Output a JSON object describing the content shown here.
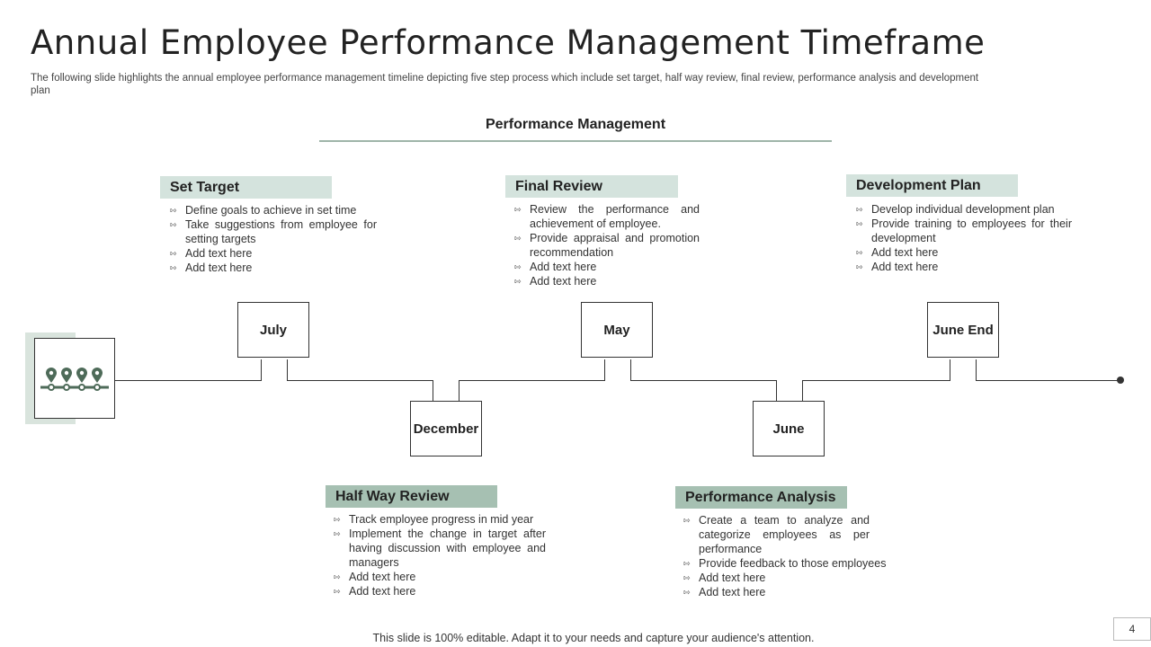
{
  "title": "Annual Employee Performance Management Timeframe",
  "subtitle": "The following slide highlights the annual employee performance management timeline depicting five step process which include set target, half way review, final review, performance analysis and development plan",
  "header": "Performance Management",
  "timeline_icon": "location-pins-timeline-icon",
  "colors": {
    "tag_light": "#d4e3dd",
    "tag_dark": "#a6c0b2",
    "icon_green": "#4e6b59",
    "accent_line": "#9fb5a9"
  },
  "boxes": {
    "july": "July",
    "december": "December",
    "may": "May",
    "june": "June",
    "june_end": "June End"
  },
  "steps": {
    "set_target": {
      "title": "Set Target",
      "bullets": [
        "Define goals to achieve in set time",
        "Take suggestions from employee for setting targets",
        "Add text here",
        "Add text here"
      ]
    },
    "half_way_review": {
      "title": "Half Way Review",
      "bullets": [
        "Track employee progress in mid year",
        "Implement the change in target after having discussion with employee and managers",
        "Add text here",
        "Add text here"
      ]
    },
    "final_review": {
      "title": "Final Review",
      "bullets": [
        "Review the performance and achievement of employee.",
        "Provide appraisal and promotion recommendation",
        "Add text here",
        "Add text here"
      ]
    },
    "performance_analysis": {
      "title": "Performance Analysis",
      "bullets": [
        "Create a team to analyze and categorize employees as per performance",
        "Provide feedback to those employees",
        "Add text here",
        "Add text here"
      ]
    },
    "development_plan": {
      "title": "Development Plan",
      "bullets": [
        "Develop individual development plan",
        "Provide training to employees for their development",
        "Add text here",
        "Add text here"
      ]
    }
  },
  "footer": "This slide is 100% editable. Adapt it to your needs and capture your audience's attention.",
  "page_number": "4"
}
